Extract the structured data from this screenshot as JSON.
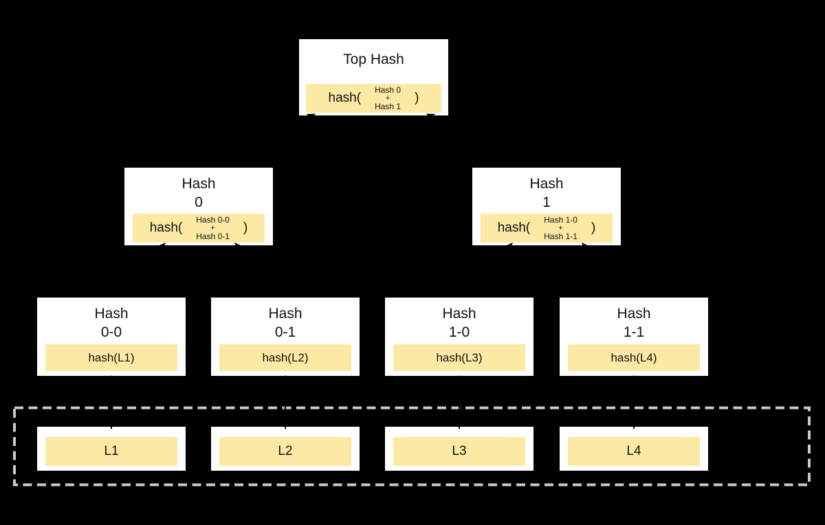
{
  "colors": {
    "background": "#000000",
    "box_fill": "#ffffff",
    "box_border": "#000000",
    "highlight": "#fce9a4",
    "arrow": "#000000",
    "dashed_border": "#c9c9c9",
    "text": "#111111"
  },
  "nodes": {
    "top_hash": {
      "title": "Top Hash",
      "hash_open": "hash(",
      "args": [
        "Hash 0",
        "+",
        "Hash 1"
      ],
      "hash_close": ")"
    },
    "hash_0": {
      "title_line1": "Hash",
      "title_line2": "0",
      "hash_open": "hash(",
      "args": [
        "Hash 0-0",
        "+",
        "Hash 0-1"
      ],
      "hash_close": ")"
    },
    "hash_1": {
      "title_line1": "Hash",
      "title_line2": "1",
      "hash_open": "hash(",
      "args": [
        "Hash 1-0",
        "+",
        "Hash 1-1"
      ],
      "hash_close": ")"
    },
    "hash_0_0": {
      "title_line1": "Hash",
      "title_line2": "0-0",
      "value": "hash(L1)"
    },
    "hash_0_1": {
      "title_line1": "Hash",
      "title_line2": "0-1",
      "value": "hash(L2)"
    },
    "hash_1_0": {
      "title_line1": "Hash",
      "title_line2": "1-0",
      "value": "hash(L3)"
    },
    "hash_1_1": {
      "title_line1": "Hash",
      "title_line2": "1-1",
      "value": "hash(L4)"
    },
    "l1": {
      "label": "L1"
    },
    "l2": {
      "label": "L2"
    },
    "l3": {
      "label": "L3"
    },
    "l4": {
      "label": "L4"
    }
  }
}
